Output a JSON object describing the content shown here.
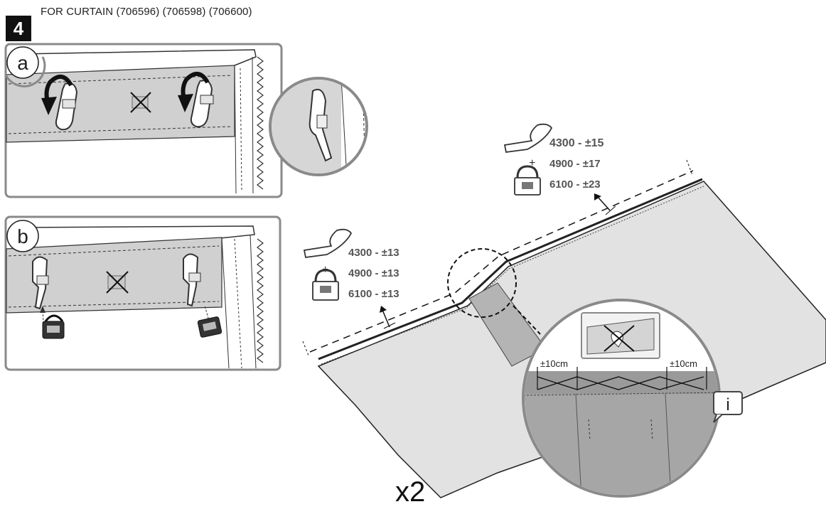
{
  "step": {
    "number": "4",
    "title": "FOR CURTAIN  (706596) (706598) (706600)"
  },
  "panels": {
    "a": {
      "label": "a"
    },
    "b": {
      "label": "b"
    }
  },
  "hook_counts_right": [
    {
      "width": "4300",
      "count": "±15"
    },
    {
      "width": "4900",
      "count": "±17"
    },
    {
      "width": "6100",
      "count": "±23"
    }
  ],
  "hook_counts_left": [
    {
      "width": "4300",
      "count": "±13"
    },
    {
      "width": "4900",
      "count": "±13"
    },
    {
      "width": "6100",
      "count": "±13"
    }
  ],
  "detail": {
    "spacing_left": "±10cm",
    "spacing_right": "±10cm",
    "info_badge": "i"
  },
  "multiplier": "x2",
  "colors": {
    "fabric": "#e2e2e2",
    "tape": "#bdbdbd",
    "frame": "#8a8a8a",
    "badge": "#111111"
  }
}
